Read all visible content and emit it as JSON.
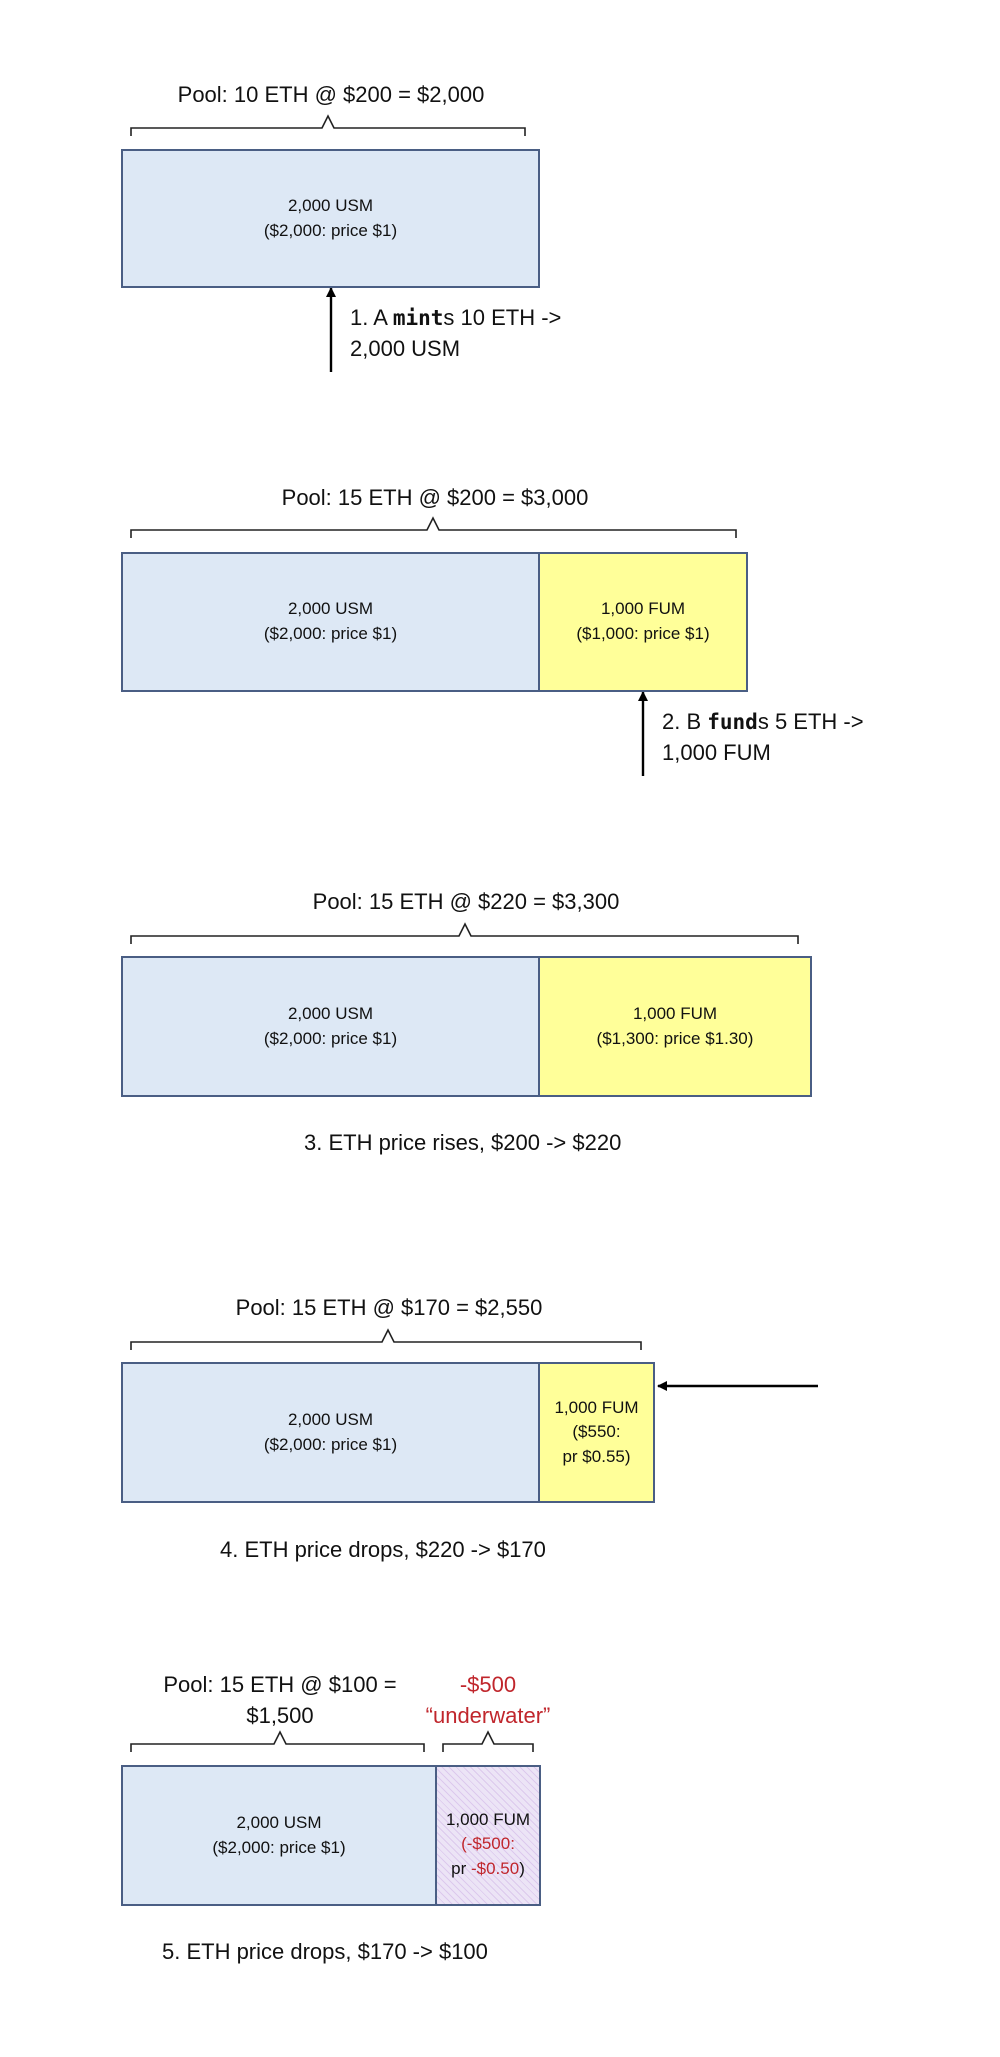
{
  "colors": {
    "usm_fill": "#dde8f5",
    "fum_fill": "#ffff99",
    "underwater_fill": "#ece4f6",
    "border": "#4a5e84",
    "underwater_text": "#c0262c"
  },
  "panel1": {
    "pool": "Pool: 10 ETH @ $200 = $2,000",
    "usm": {
      "line1": "2,000 USM",
      "line2": "($2,000: price $1)"
    },
    "step": {
      "pre": "1. A ",
      "verb": "mint",
      "post": "s 10 ETH ->",
      "line2": "2,000 USM"
    }
  },
  "panel2": {
    "pool": "Pool: 15 ETH @ $200 = $3,000",
    "usm": {
      "line1": "2,000 USM",
      "line2": "($2,000: price $1)"
    },
    "fum": {
      "line1": "1,000 FUM",
      "line2": "($1,000: price $1)"
    },
    "step": {
      "pre": "2. B ",
      "verb": "fund",
      "post": "s 5 ETH ->",
      "line2": "1,000 FUM"
    }
  },
  "panel3": {
    "pool": "Pool: 15 ETH @ $220 = $3,300",
    "usm": {
      "line1": "2,000 USM",
      "line2": "($2,000: price $1)"
    },
    "fum": {
      "line1": "1,000 FUM",
      "line2": "($1,300: price $1.30)"
    },
    "caption": "3. ETH price rises, $200 -> $220"
  },
  "panel4": {
    "pool": "Pool: 15 ETH @ $170 = $2,550",
    "usm": {
      "line1": "2,000 USM",
      "line2": "($2,000: price $1)"
    },
    "fum": {
      "line1": "1,000 FUM",
      "line2": "($550:",
      "line3": "pr $0.55)"
    },
    "caption": "4. ETH price drops, $220 -> $170"
  },
  "panel5": {
    "pool_line1": "Pool: 15 ETH @ $100 =",
    "pool_line2": "$1,500",
    "underwater_line1": "-$500",
    "underwater_line2": "“underwater”",
    "usm": {
      "line1": "2,000 USM",
      "line2": "($2,000: price $1)"
    },
    "fum": {
      "line1": "1,000 FUM",
      "line2": "(-$500:",
      "line3_pre": "pr ",
      "line3_val": "-$0.50",
      "line3_post": ")"
    },
    "caption": "5. ETH price drops, $170 -> $100"
  }
}
